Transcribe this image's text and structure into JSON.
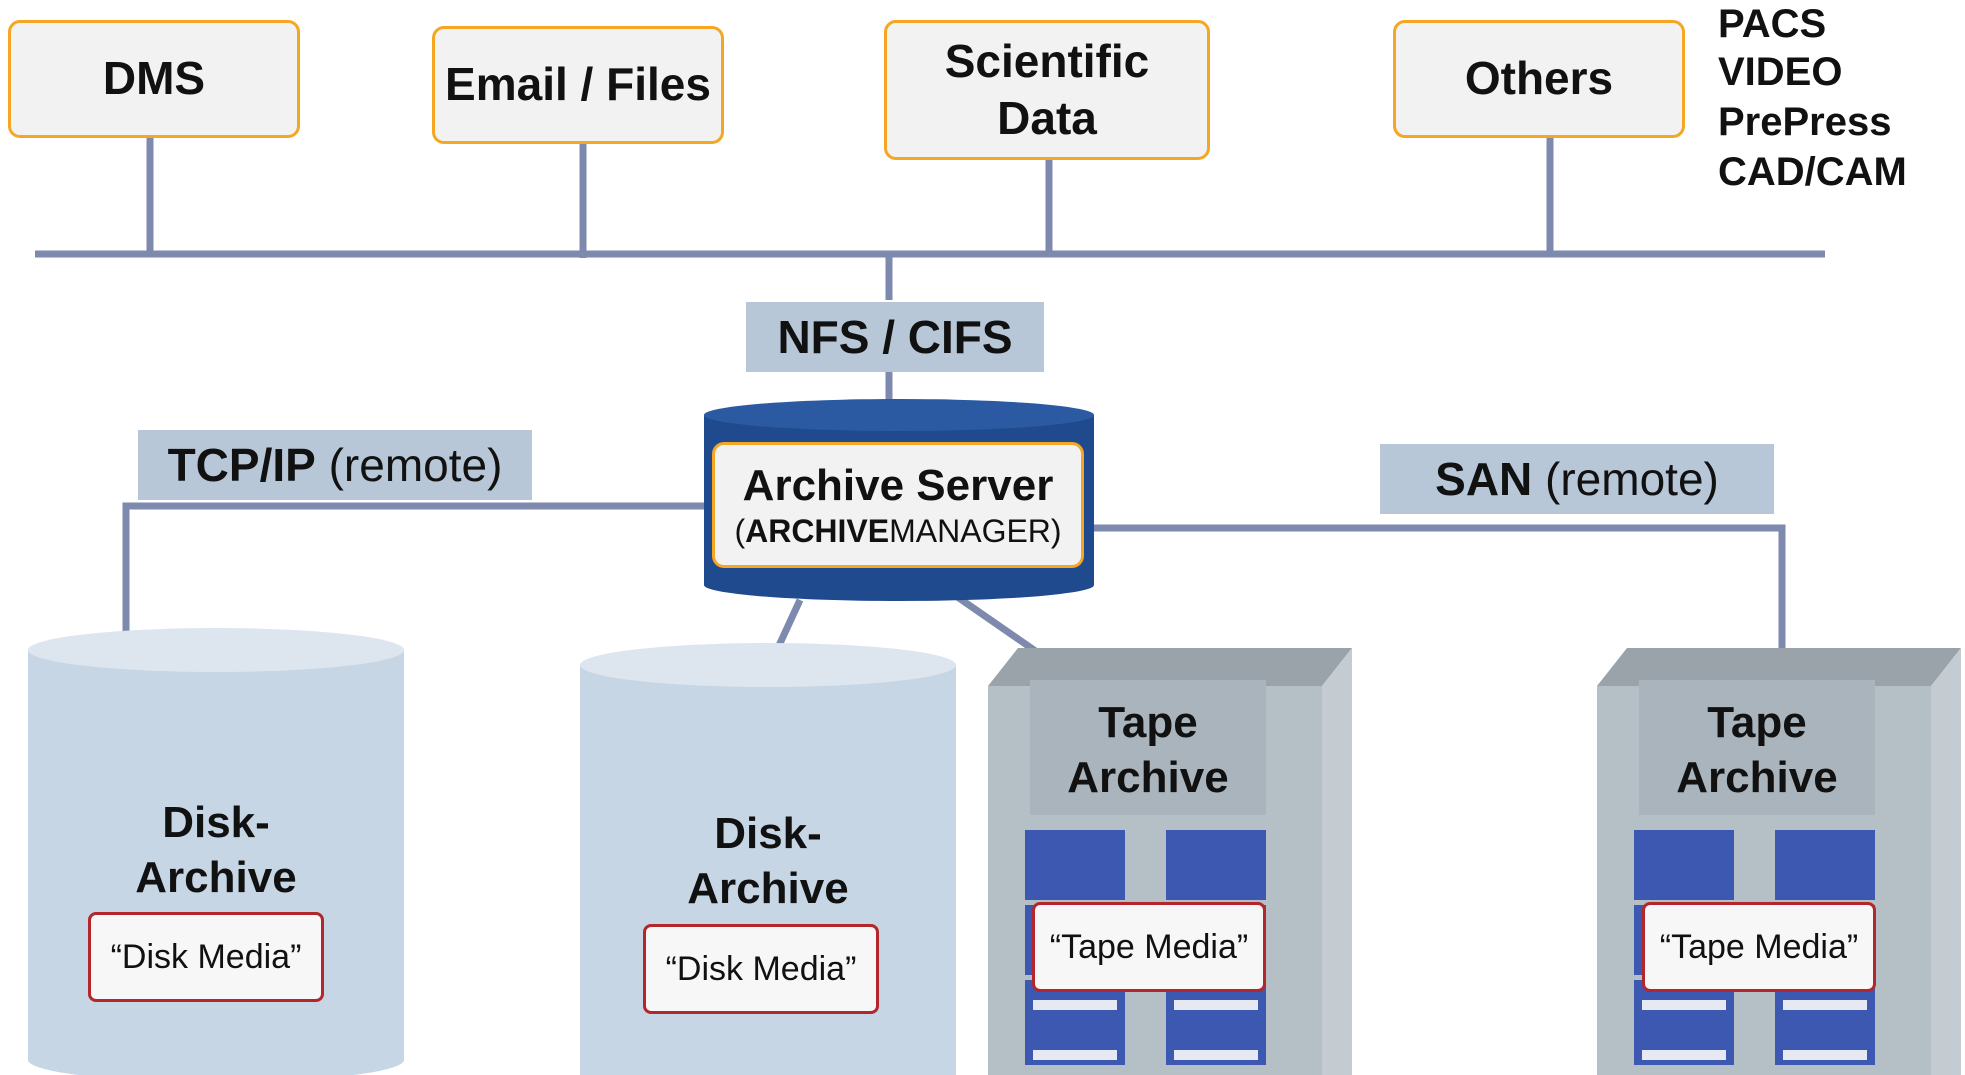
{
  "apps": [
    {
      "label": "DMS"
    },
    {
      "label": "Email / Files"
    },
    {
      "label_line1": "Scientific",
      "label_line2": "Data"
    },
    {
      "label": "Others"
    }
  ],
  "others_list": [
    "PACS",
    "VIDEO",
    "PrePress",
    "CAD/CAM"
  ],
  "nfs_label": "NFS / CIFS",
  "tcp": {
    "bold": "TCP/IP",
    "rest": "(remote)"
  },
  "san": {
    "bold": "SAN",
    "rest": "(remote)"
  },
  "server": {
    "title": "Archive Server",
    "sub_open": "(",
    "sub_bold": "ARCHIVE",
    "sub_rest": "MANAGER)"
  },
  "disk_archives": [
    {
      "line1": "Disk-",
      "line2": "Archive",
      "media": "“Disk Media”"
    },
    {
      "line1": "Disk-",
      "line2": "Archive",
      "media": "“Disk Media”"
    }
  ],
  "tape_archives": [
    {
      "line1": "Tape",
      "line2": "Archive",
      "media": "“Tape Media”"
    },
    {
      "line1": "Tape",
      "line2": "Archive",
      "media": "“Tape Media”"
    }
  ],
  "colors": {
    "app_border": "#f5a623",
    "app_fill": "#f2f2f2",
    "connector": "#7d8aae",
    "protocol_fill": "#b7c7d7",
    "server_blue": "#1f4b8e",
    "disk_fill": "#c7d6e5",
    "tape_fill": "#b5bfc6",
    "media_border": "#b3262c"
  }
}
